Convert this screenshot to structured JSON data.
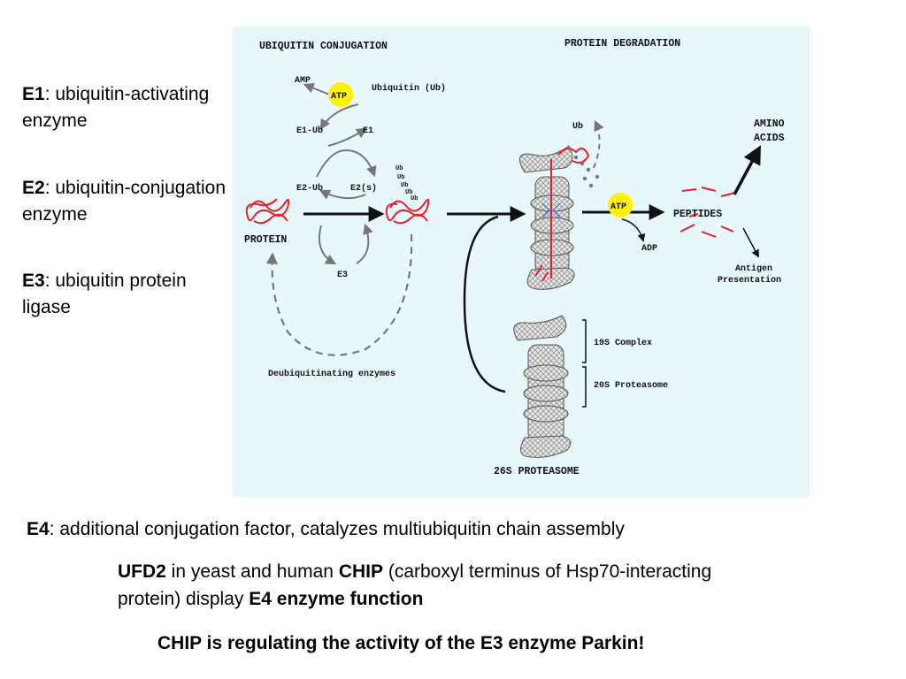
{
  "definitions": [
    {
      "term": "E1",
      "text": ": ubiquitin-activating enzyme"
    },
    {
      "term": "E2",
      "text": ": ubiquitin-conjugation enzyme"
    },
    {
      "term": "E3",
      "text": ": ubiquitin protein ligase"
    }
  ],
  "diagram": {
    "background": "#e8f8fa",
    "section_conjugation": "UBIQUITIN CONJUGATION",
    "section_degradation": "PROTEIN DEGRADATION",
    "amp": "AMP",
    "atp": "ATP",
    "ubiquitin": "Ubiquitin (Ub)",
    "e1_ub": "E1-Ub",
    "e1": "E1",
    "e2_ub": "E2-Ub",
    "e2s": "E2(s)",
    "e3": "E3",
    "protein": "PROTEIN",
    "ub_chain": "Ub",
    "deubiquitinating": "Deubiquitinating enzymes",
    "ub_released": "Ub",
    "atp2": "ATP",
    "adp": "ADP",
    "peptides": "PEPTIDES",
    "amino_acids_1": "AMINO",
    "amino_acids_2": "ACIDS",
    "antigen_1": "Antigen",
    "antigen_2": "Presentation",
    "complex19s": "19S Complex",
    "proteasome20s": "20S Proteasome",
    "proteasome26s": "26S PROTEASOME",
    "atp_color": "#fff200",
    "protein_color": "#e8202a"
  },
  "e4": {
    "term": "E4",
    "text": ": additional conjugation factor, catalyzes multiubiquitin chain assembly"
  },
  "ufd": {
    "term1": "UFD2",
    "text1": " in yeast and human ",
    "term2": "CHIP",
    "text2": " (carboxyl terminus of Hsp70-interacting protein) display ",
    "term3": "E4 enzyme function"
  },
  "chip_statement": "CHIP is regulating the activity of the E3 enzyme Parkin!"
}
